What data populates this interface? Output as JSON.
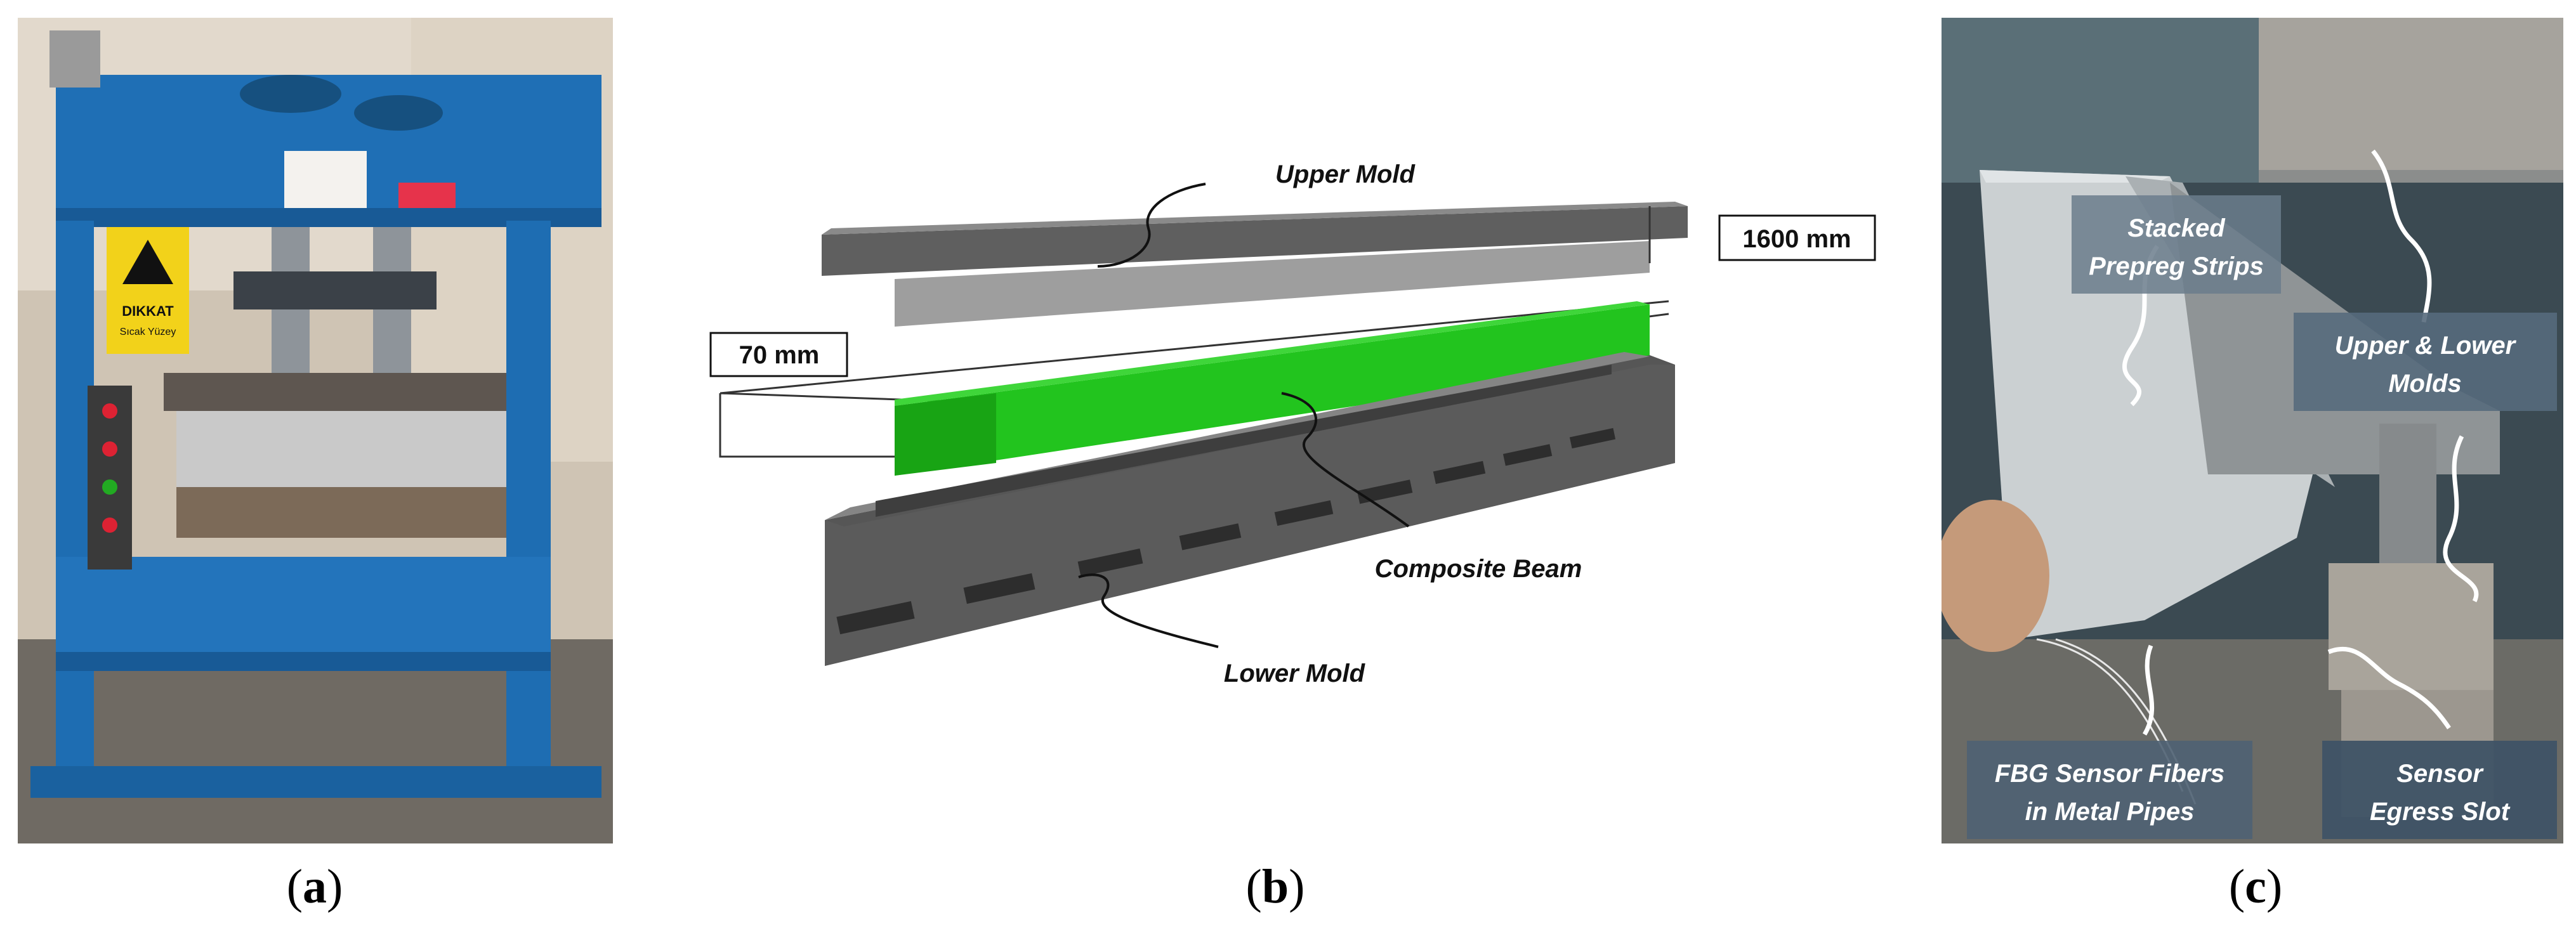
{
  "panels": {
    "a": {
      "caption_letter": "a",
      "sign_text": "DIKKAT",
      "sign_sub": "Sıcak Yüzey"
    },
    "b": {
      "caption_letter": "b",
      "labels": {
        "upper_mold": "Upper Mold",
        "dim_length": "1600 mm",
        "dim_width": "70 mm",
        "composite_beam": "Composite Beam",
        "lower_mold": "Lower Mold"
      },
      "colors": {
        "mold": "#6b6b6b",
        "mold_dark": "#4a4a4a",
        "mold_light": "#9a9a9a",
        "beam": "#22c41e",
        "beam_light": "#3fd63a"
      }
    },
    "c": {
      "caption_letter": "c",
      "labels": {
        "stacked_1": "Stacked",
        "stacked_2": "Prepreg Strips",
        "molds_1": "Upper & Lower",
        "molds_2": "Molds",
        "fbg_1": "FBG Sensor Fibers",
        "fbg_2": "in Metal Pipes",
        "slot_1": "Sensor",
        "slot_2": "Egress Slot"
      }
    }
  }
}
